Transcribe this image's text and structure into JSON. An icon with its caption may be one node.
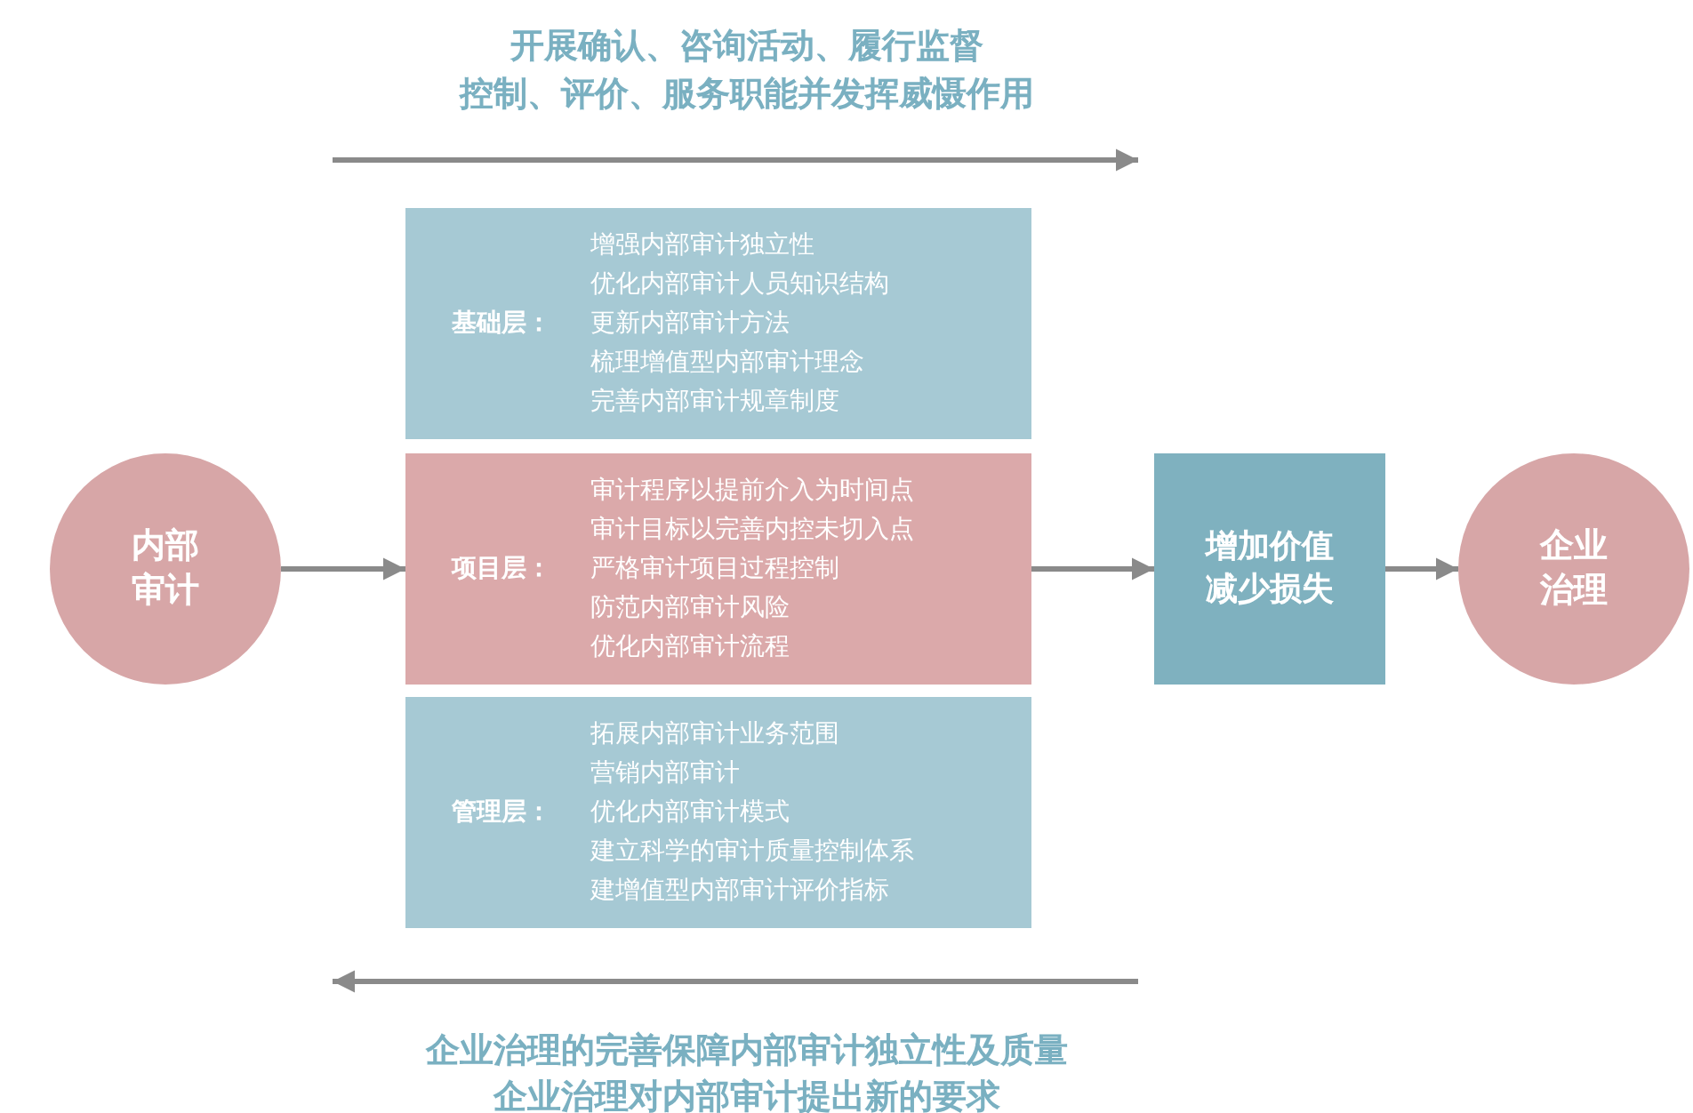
{
  "diagram": {
    "nodes": [
      {
        "text": [
          "内部审计"
        ]
      },
      {
        "text": [
          "基础层：",
          "增强内部审计独立性",
          "优化内部审计人员知识结构",
          "更新内部审计方法",
          "梳理增值型内部审计理念",
          "完善内部审计规章制度"
        ]
      },
      {
        "text": [
          "项目层：",
          "审计程序以提前介入为时间点",
          "审计目标以完善内控未切入点",
          "严格审计项目过程控制",
          "防范内部审计风险",
          "优化内部审计流程"
        ]
      },
      {
        "text": [
          "管理层：",
          "拓展内部审计业务范围",
          "营销内部审计",
          "优化内部审计模式",
          "建立科学的审计质量控制体系",
          "建增值型内部审计评价指标"
        ]
      },
      {
        "text": [
          "增加价值",
          "减少损失"
        ]
      },
      {
        "text": [
          "企业治理"
        ]
      }
    ],
    "edges": [
      {
        "from": 0,
        "to": 2,
        "arrow": "to"
      },
      {
        "from": 2,
        "to": 4,
        "arrow": "to"
      },
      {
        "from": 4,
        "to": 5,
        "arrow": "to"
      }
    ],
    "labels": [
      "开展确认、咨询活动、履行监督",
      "控制、评价、服务职能并发挥威慑作用",
      "企业治理的完善保障内部审计独立性及质量",
      "企业治理对内部审计提出新的要求"
    ]
  }
}
